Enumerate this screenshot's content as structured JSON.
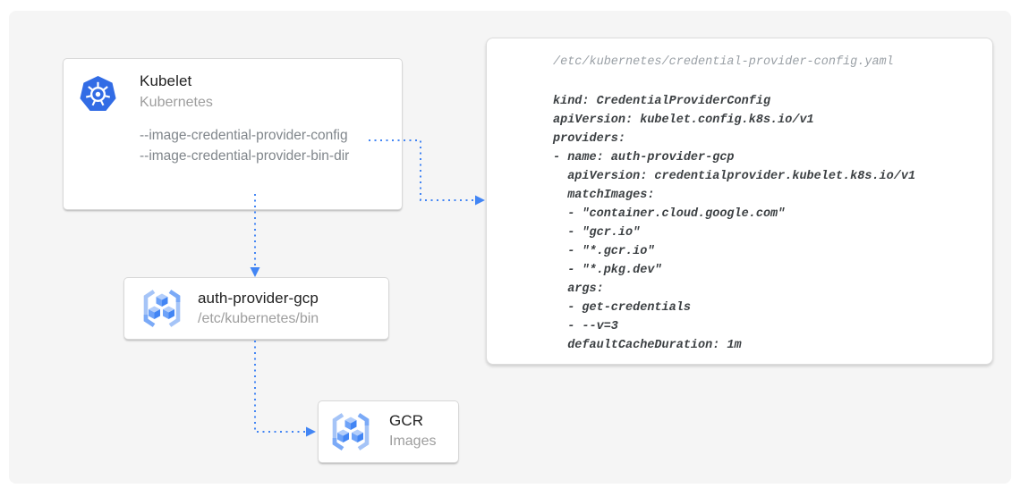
{
  "diagram": {
    "accent_blue": "#4285f4",
    "kubernetes_blue": "#326ce5",
    "canvas_background": "#f5f5f5"
  },
  "nodes": {
    "kubelet": {
      "title": "Kubelet",
      "subtitle": "Kubernetes",
      "icon": "kubernetes-helm-icon",
      "flags": [
        "--image-credential-provider-config",
        "--image-credential-provider-bin-dir"
      ]
    },
    "auth_provider": {
      "title": "auth-provider-gcp",
      "subtitle": "/etc/kubernetes/bin",
      "icon": "gcr-cubes-icon"
    },
    "gcr": {
      "title": "GCR",
      "subtitle": "Images",
      "icon": "gcr-cubes-icon"
    }
  },
  "config_panel": {
    "file_path": "/etc/kubernetes/credential-provider-config.yaml",
    "code_lines": [
      "kind: CredentialProviderConfig",
      "apiVersion: kubelet.config.k8s.io/v1",
      "providers:",
      "- name: auth-provider-gcp",
      "  apiVersion: credentialprovider.kubelet.k8s.io/v1",
      "  matchImages:",
      "  - \"container.cloud.google.com\"",
      "  - \"gcr.io\"",
      "  - \"*.gcr.io\"",
      "  - \"*.pkg.dev\"",
      "  args:",
      "  - get-credentials",
      "  - --v=3",
      "  defaultCacheDuration: 1m"
    ]
  }
}
